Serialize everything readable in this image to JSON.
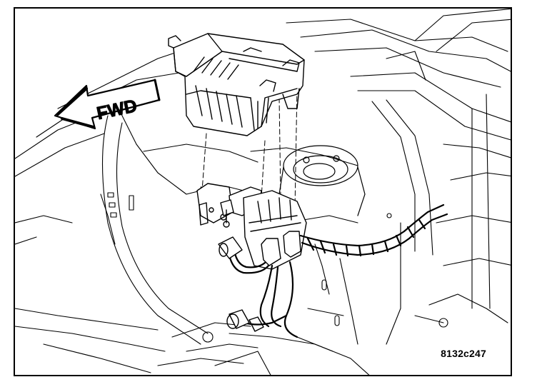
{
  "diagram": {
    "direction_label": "FWD",
    "figure_id": "8132c247",
    "icons": [
      "forward-arrow-icon"
    ],
    "components": [
      "module-cover",
      "mounting-bracket",
      "wiring-harness",
      "ground-connector",
      "vehicle-body-panel",
      "strut-tower"
    ],
    "colors": {
      "line": "#000000",
      "background": "#ffffff"
    }
  }
}
